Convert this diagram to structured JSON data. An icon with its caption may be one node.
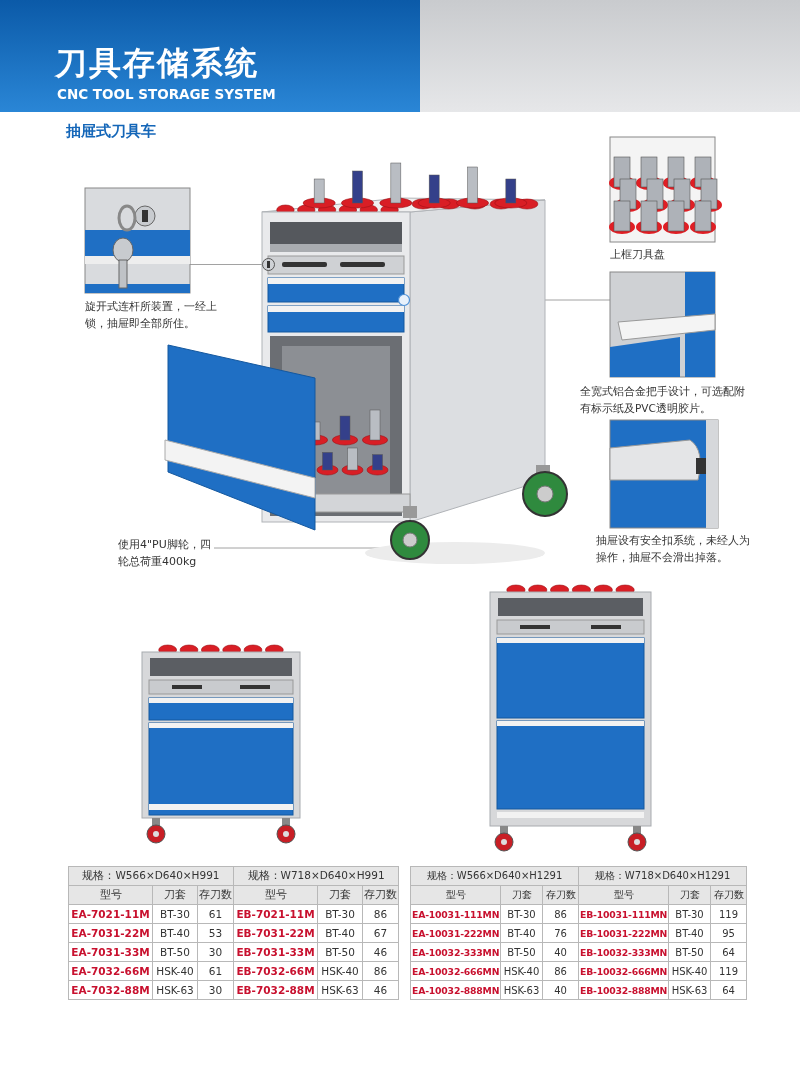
{
  "diagram": {
    "title": "刀具存储系统",
    "nodes": [
      {
        "text": [],
        "shape": "picture"
      },
      {
        "text": [],
        "shape": "picture",
        "beside": [
          "旋开式连杆所装置，一经上锁，抽屉即全部所住。"
        ]
      },
      {
        "text": [],
        "shape": "picture",
        "beside": [
          "上框刀具盘"
        ]
      },
      {
        "text": [],
        "shape": "picture",
        "beside": [
          "全宽式铝合金把手设计，可选配附有标示纸及PVC透明胶片。"
        ]
      },
      {
        "text": [],
        "shape": "picture",
        "beside": [
          "抽屉设有安全扣系统，未经人为操作，抽屉不会滑出掉落。"
        ]
      },
      {
        "text": [
          "使用4\"PU脚轮，四轮总荷重400kg"
        ]
      },
      {
        "text": [],
        "shape": "circle",
        "in": 0
      },
      {
        "text": [],
        "shape": "circle",
        "in": 0
      },
      {
        "text": [],
        "shape": "circle",
        "in": 0
      }
    ],
    "edges": [
      {
        "from": 1,
        "to": 6,
        "arrow": "none"
      },
      {
        "from": 3,
        "to": 7,
        "arrow": "none"
      },
      {
        "from": 5,
        "to": 8,
        "arrow": "none"
      }
    ],
    "labels": [
      "CNC TOOL STORAGE SYSTEM",
      "抽屉式刀具车",
      "规格：W566×D640×H991",
      "规格：W718×D640×H991",
      "型号",
      "刀套",
      "存刀数",
      "型号",
      "刀套",
      "存刀数",
      "EA-7021-11M",
      "BT-30",
      "61",
      "EB-7021-11M",
      "BT-30",
      "86",
      "EA-7031-22M",
      "BT-40",
      "53",
      "EB-7031-22M",
      "BT-40",
      "67",
      "EA-7031-33M",
      "BT-50",
      "30",
      "EB-7031-33M",
      "BT-50",
      "46",
      "EA-7032-66M",
      "HSK-40",
      "61",
      "EB-7032-66M",
      "HSK-40",
      "86",
      "EA-7032-88M",
      "HSK-63",
      "30",
      "EB-7032-88M",
      "HSK-63",
      "46",
      "规格：W566×D640×H1291",
      "规格：W718×D640×H1291",
      "型号",
      "刀套",
      "存刀数",
      "型号",
      "刀套",
      "存刀数",
      "EA-10031-111MN",
      "BT-30",
      "86",
      "EB-10031-111MN",
      "BT-30",
      "119",
      "EA-10031-222MN",
      "BT-40",
      "76",
      "EB-10031-222MN",
      "BT-40",
      "95",
      "EA-10032-333MN",
      "BT-50",
      "40",
      "EB-10032-333MN",
      "BT-50",
      "64",
      "EA-10032-666MN",
      "HSK-40",
      "86",
      "EB-10032-666MN",
      "HSK-40",
      "119",
      "EA-10032-888MN",
      "HSK-63",
      "40",
      "EB-10032-888MN",
      "HSK-63",
      "64"
    ]
  }
}
